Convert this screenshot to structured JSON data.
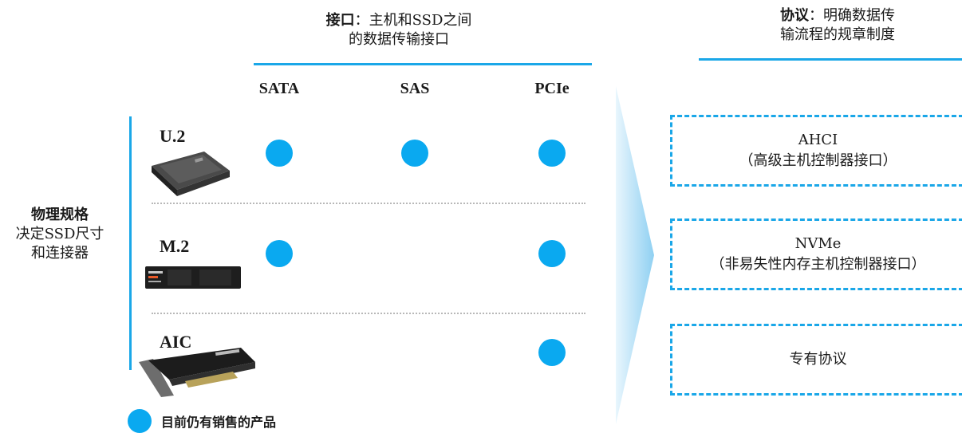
{
  "interface_header": {
    "bold": "接口",
    "rest": "：主机和SSD之间",
    "line2": "的数据传输接口"
  },
  "protocol_header": {
    "bold": "协议",
    "rest": "：明确数据传",
    "line2": "输流程的规章制度"
  },
  "columns": [
    "SATA",
    "SAS",
    "PCIe"
  ],
  "side_label": {
    "title": "物理规格",
    "line2": "决定SSD尺寸",
    "line3": "和连接器"
  },
  "form_factors": [
    {
      "name": "U.2",
      "support": [
        true,
        true,
        true
      ]
    },
    {
      "name": "M.2",
      "support": [
        true,
        false,
        true
      ]
    },
    {
      "name": "AIC",
      "support": [
        false,
        false,
        true
      ]
    }
  ],
  "protocols": [
    {
      "line1": "AHCI",
      "line2": "（高级主机控制器接口）"
    },
    {
      "line1": "NVMe",
      "line2": "（非易失性内存主机控制器接口）"
    },
    {
      "line1": "专有协议",
      "line2": ""
    }
  ],
  "legend": {
    "text": "目前仍有销售的产品"
  },
  "colors": {
    "accent": "#1aa7e8",
    "dot": "#0aa9f0"
  },
  "images": {
    "u2": "U.2 SSD drive photo",
    "m2": "M.2 SSD stick photo (970 PRO)",
    "aic": "AIC PCIe card photo"
  }
}
